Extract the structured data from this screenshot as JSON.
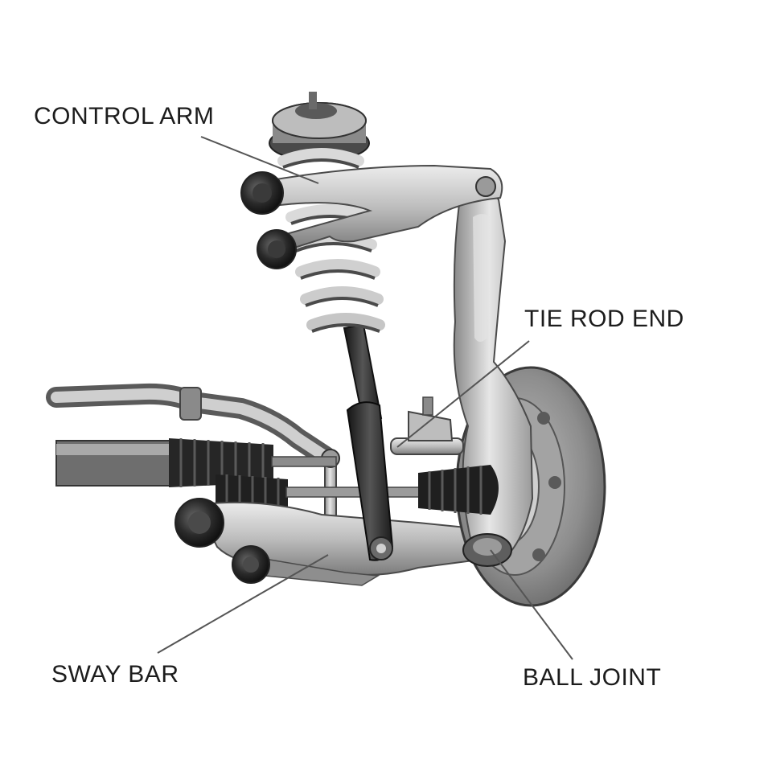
{
  "labels": {
    "control_arm": "CONTROL ARM",
    "tie_rod_end": "TIE ROD END",
    "sway_bar": "SWAY BAR",
    "ball_joint": "BALL JOINT"
  },
  "colors": {
    "background": "#ffffff",
    "text": "#1c1c1c",
    "leader": "#555555",
    "metal_light": "#d2d2d2",
    "metal_mid": "#9a9a9a",
    "metal_dark": "#3a3a3a",
    "rubber": "#262626"
  }
}
